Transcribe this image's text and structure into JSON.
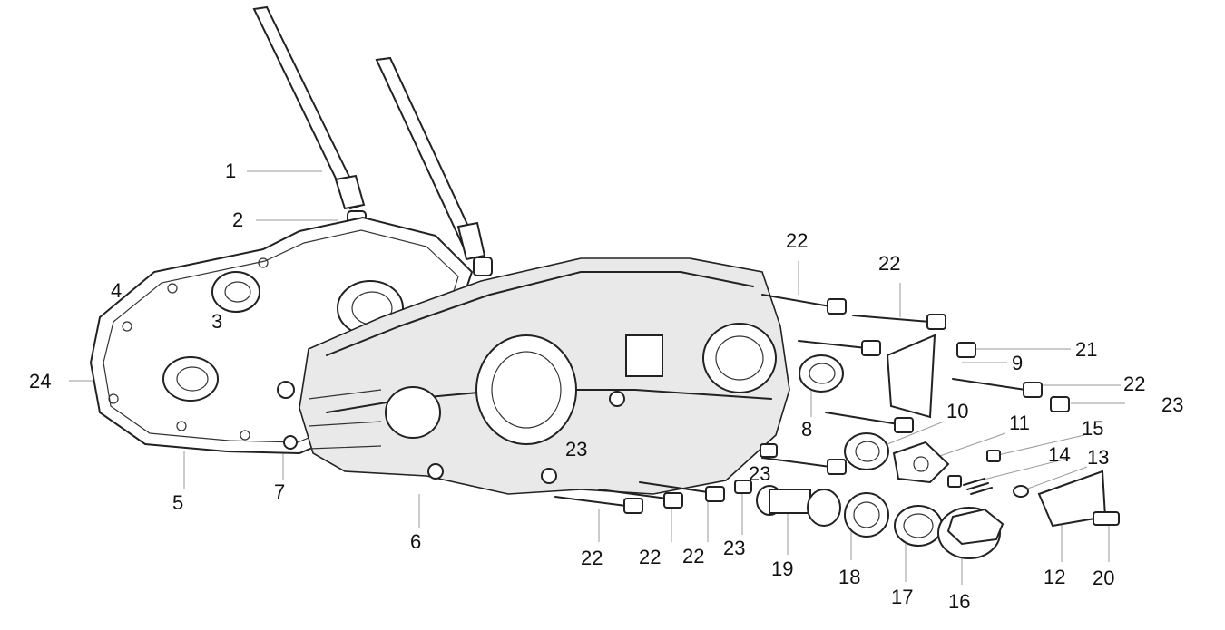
{
  "part_labels": [
    {
      "id": "p1",
      "text": "1"
    },
    {
      "id": "p2",
      "text": "2"
    },
    {
      "id": "p3",
      "text": "3"
    },
    {
      "id": "p4",
      "text": "4"
    },
    {
      "id": "p5",
      "text": "5"
    },
    {
      "id": "p6",
      "text": "6"
    },
    {
      "id": "p7",
      "text": "7"
    },
    {
      "id": "p8",
      "text": "8"
    },
    {
      "id": "p9",
      "text": "9"
    },
    {
      "id": "p10",
      "text": "10"
    },
    {
      "id": "p11",
      "text": "11"
    },
    {
      "id": "p12",
      "text": "12"
    },
    {
      "id": "p13",
      "text": "13"
    },
    {
      "id": "p14",
      "text": "14"
    },
    {
      "id": "p15",
      "text": "15"
    },
    {
      "id": "p16",
      "text": "16"
    },
    {
      "id": "p17",
      "text": "17"
    },
    {
      "id": "p18",
      "text": "18"
    },
    {
      "id": "p19",
      "text": "19"
    },
    {
      "id": "p20",
      "text": "20"
    },
    {
      "id": "p21",
      "text": "21"
    },
    {
      "id": "p22a",
      "text": "22"
    },
    {
      "id": "p22b",
      "text": "22"
    },
    {
      "id": "p22c",
      "text": "22"
    },
    {
      "id": "p22d",
      "text": "22"
    },
    {
      "id": "p22e",
      "text": "22"
    },
    {
      "id": "p22f",
      "text": "22"
    },
    {
      "id": "p23a",
      "text": "23"
    },
    {
      "id": "p23b",
      "text": "23"
    },
    {
      "id": "p23c",
      "text": "23"
    },
    {
      "id": "p23d",
      "text": "23"
    },
    {
      "id": "p24",
      "text": "24"
    }
  ]
}
